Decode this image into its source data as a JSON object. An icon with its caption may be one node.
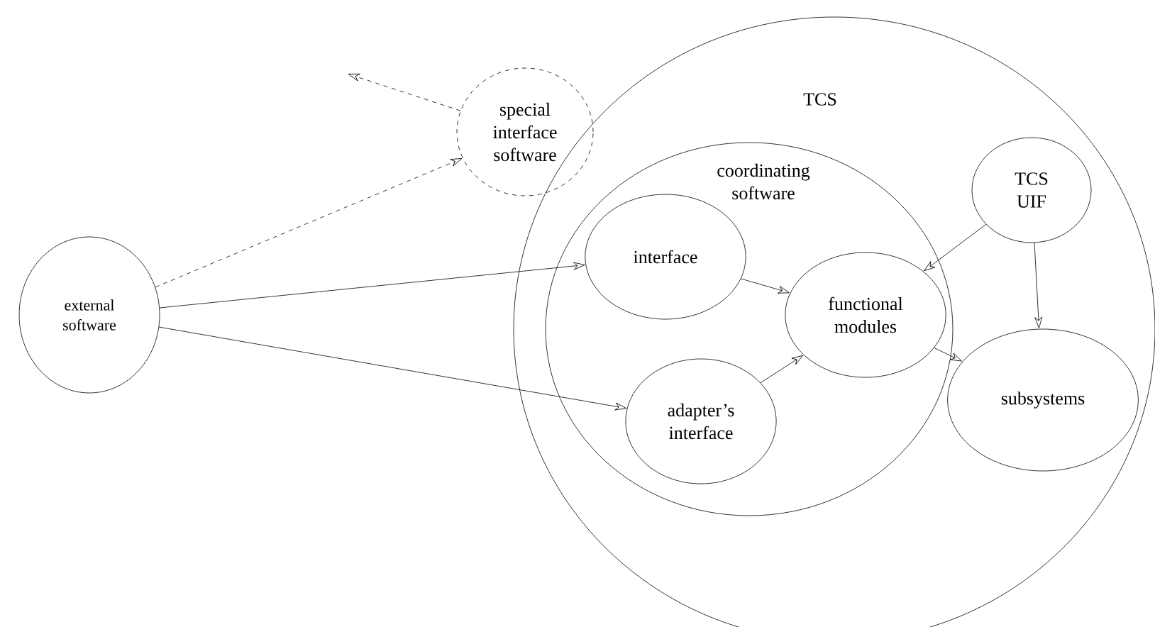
{
  "diagram": {
    "nodes": [
      {
        "text": [
          "TCS"
        ]
      },
      {
        "text": [
          "coordinating software"
        ],
        "in": 0
      },
      {
        "text": [
          "interface"
        ],
        "in": 1
      },
      {
        "text": [
          "adapter’s interface"
        ],
        "in": 1
      },
      {
        "text": [
          "functional modules"
        ],
        "in": 1
      },
      {
        "text": [
          "TCS UIF"
        ],
        "in": 0
      },
      {
        "text": [
          "subsystems"
        ],
        "in": 0
      },
      {
        "text": [
          "special interface software"
        ]
      },
      {
        "text": [
          "external software"
        ]
      }
    ],
    "edges": [
      {
        "from": 8,
        "to": 7,
        "arrow": "to",
        "style": "dashed"
      },
      {
        "from": 7,
        "to": null,
        "arrow": "to",
        "style": "dashed"
      },
      {
        "from": 8,
        "to": 2,
        "arrow": "to"
      },
      {
        "from": 8,
        "to": 3,
        "arrow": "to"
      },
      {
        "from": 2,
        "to": 4,
        "arrow": "to"
      },
      {
        "from": 3,
        "to": 4,
        "arrow": "to"
      },
      {
        "from": 5,
        "to": 4,
        "arrow": "to"
      },
      {
        "from": 5,
        "to": 6,
        "arrow": "to"
      },
      {
        "from": 4,
        "to": 6,
        "arrow": "to"
      }
    ]
  }
}
